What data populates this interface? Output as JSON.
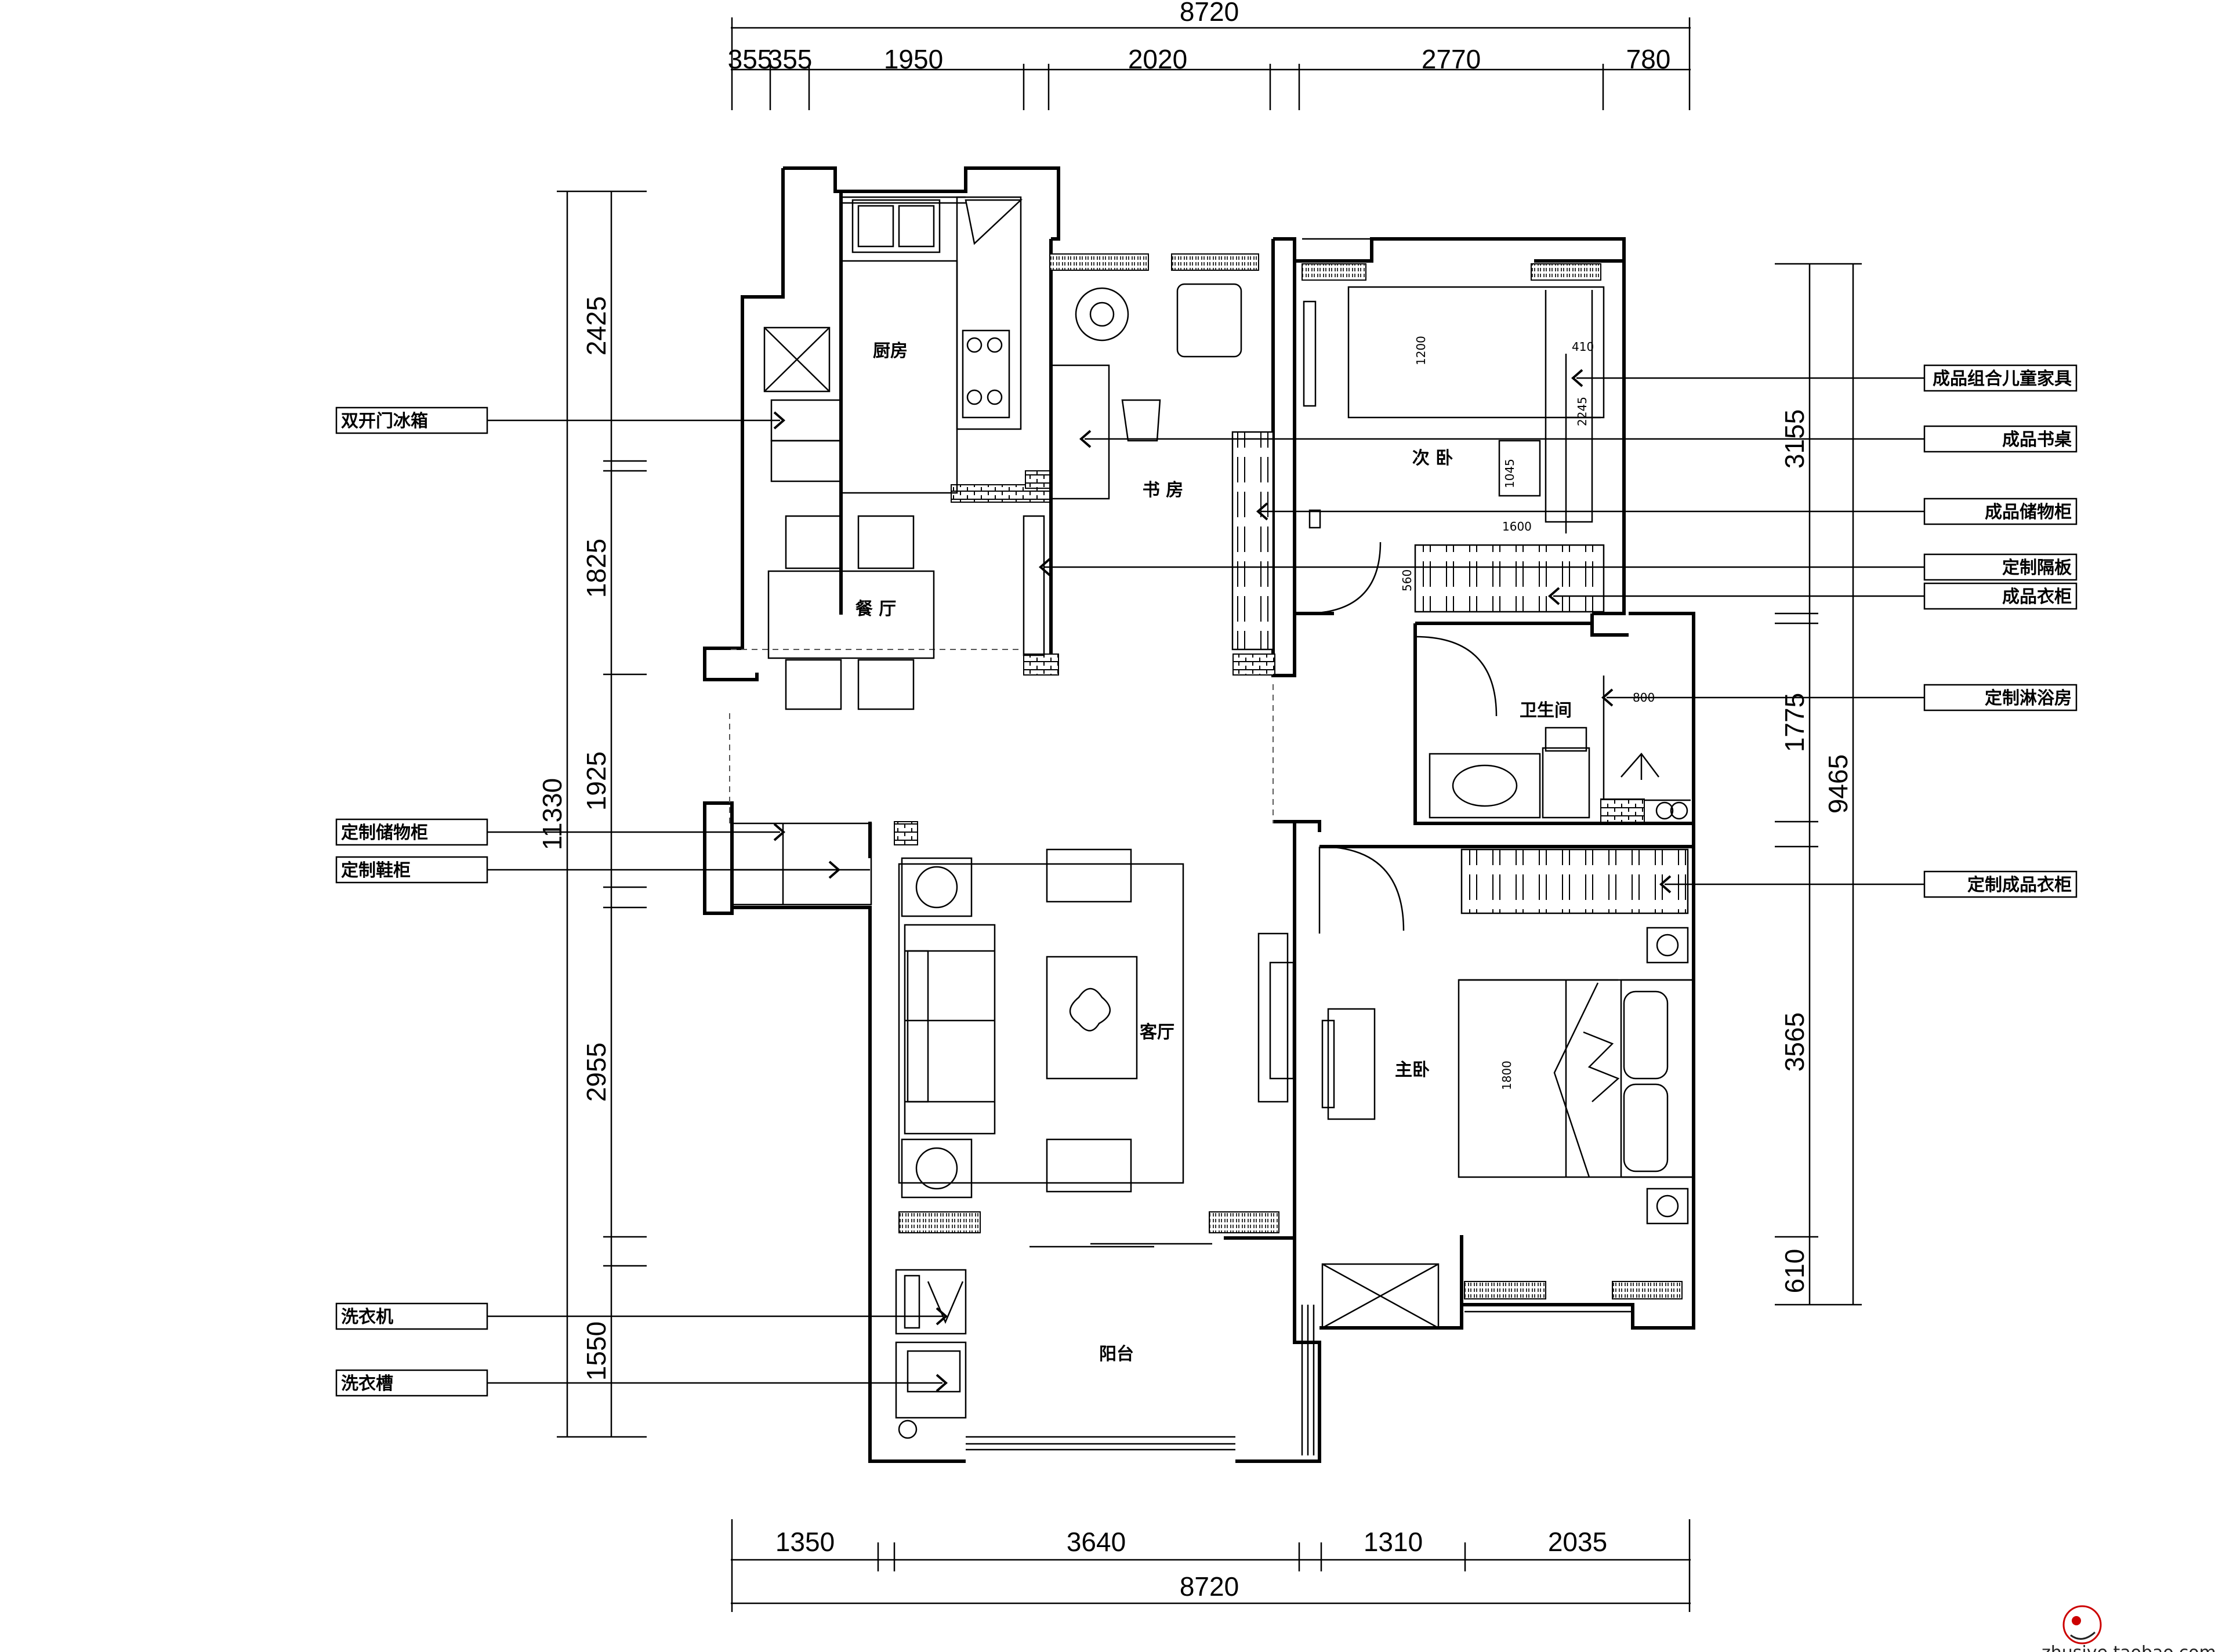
{
  "dimensions": {
    "top_total": "8720",
    "top_segments": [
      "355",
      "355",
      "1950",
      "2020",
      "2770",
      "780"
    ],
    "bottom_segments": [
      "1350",
      "3640",
      "1310",
      "2035"
    ],
    "bottom_total": "8720",
    "left_total": "11330",
    "left_segments": [
      "2425",
      "1825",
      "1925",
      "2955",
      "1550"
    ],
    "right_total": "9465",
    "right_segments": [
      "3155",
      "1775",
      "3565",
      "610"
    ]
  },
  "rooms": {
    "kitchen": "厨房",
    "study": "书 房",
    "dining": "餐 厅",
    "second_bedroom": "次 卧",
    "bathroom": "卫生间",
    "living": "客厅",
    "master_bedroom": "主卧",
    "balcony": "阳台"
  },
  "small_dims": {
    "bed2_length": "1200",
    "desk_410": "410",
    "bunk_2245": "2245",
    "desk_1045": "1045",
    "wardrobe_1600": "1600",
    "wardrobe_560": "560",
    "shower_800": "800",
    "master_bed_1800": "1800"
  },
  "labels_left": [
    "双开门冰箱",
    "定制储物柜",
    "定制鞋柜",
    "洗衣机",
    "洗衣槽"
  ],
  "labels_right": [
    "成品组合儿童家具",
    "成品书桌",
    "成品储物柜",
    "定制隔板",
    "成品衣柜",
    "定制淋浴房",
    "定制成品衣柜"
  ],
  "watermark": "zhusiye.taobao.com",
  "colors": {
    "ink": "#000000",
    "background": "#ffffff"
  }
}
